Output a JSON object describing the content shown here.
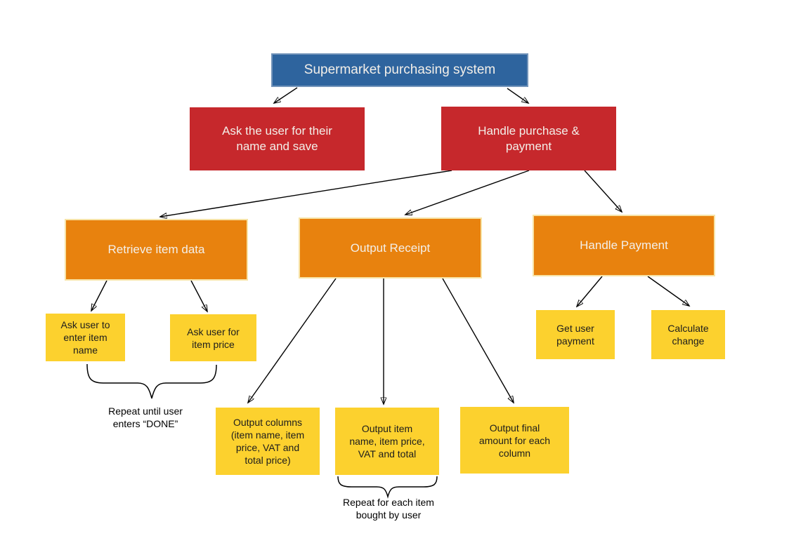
{
  "palette": {
    "blue": "#2e649e",
    "blue_border": "#7394ba",
    "red": "#c6282c",
    "orange": "#e8820e",
    "orange_border": "#f7e3a6",
    "yellow": "#fcd12e",
    "arrow": "#000000",
    "text_light": "#f3efe9",
    "text_dark": "#1d1d1d"
  },
  "nodes": {
    "root": {
      "lines": [
        "Supermarket purchasing system"
      ]
    },
    "ask_name": {
      "lines": [
        "Ask the user for their",
        "name and save"
      ]
    },
    "handle_purchase": {
      "lines": [
        "Handle purchase &",
        "payment"
      ]
    },
    "retrieve_item_data": {
      "lines": [
        "Retrieve item data"
      ]
    },
    "output_receipt": {
      "lines": [
        "Output Receipt"
      ]
    },
    "handle_payment": {
      "lines": [
        "Handle Payment"
      ]
    },
    "ask_item_name": {
      "lines": [
        "Ask user to",
        "enter item",
        "name"
      ]
    },
    "ask_item_price": {
      "lines": [
        "Ask user for",
        "item price"
      ]
    },
    "output_columns": {
      "lines": [
        "Output columns",
        "(item name, item",
        "price, VAT and",
        "total price)"
      ]
    },
    "output_item_rows": {
      "lines": [
        "Output item",
        "name, item price,",
        "VAT and total"
      ]
    },
    "output_final_amount": {
      "lines": [
        "Output final",
        "amount for each",
        "column"
      ]
    },
    "get_user_payment": {
      "lines": [
        "Get user",
        "payment"
      ]
    },
    "calculate_change": {
      "lines": [
        "Calculate",
        "change"
      ]
    }
  },
  "annotations": {
    "repeat_done": {
      "lines": [
        "Repeat until user",
        "enters “DONE”"
      ]
    },
    "repeat_items": {
      "lines": [
        "Repeat for each item",
        "bought by user"
      ]
    }
  }
}
